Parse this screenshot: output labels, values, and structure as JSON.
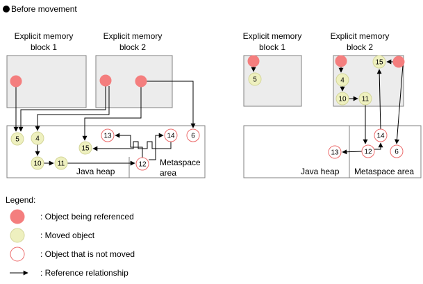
{
  "colors": {
    "referenced_fill": "#f47e7e",
    "referenced_stroke": "#f47e7e",
    "moved_fill": "#eef0bf",
    "moved_stroke": "#d4d69a",
    "unmoved_fill": "#ffffff",
    "unmoved_stroke": "#ec6b6b",
    "block_fill": "#ececec",
    "edge": "#000000"
  },
  "header": {
    "bullet_icon": "black-circle-icon",
    "text": "Before movement"
  },
  "before": {
    "block1_label_line1": "Explicit memory",
    "block1_label_line2": "block 1",
    "block2_label_line1": "Explicit memory",
    "block2_label_line2": "block 2",
    "java_heap_label": "Java heap",
    "metaspace_label_line1": "Metaspace",
    "metaspace_label_line2": "area"
  },
  "after": {
    "block1_label_line1": "Explicit memory",
    "block1_label_line2": "block 1",
    "block2_label_line1": "Explicit memory",
    "block2_label_line2": "block 2",
    "java_heap_label": "Java heap",
    "metaspace_label": "Metaspace area"
  },
  "nodes": [
    {
      "id": "b_r1",
      "kind": "referenced",
      "label": ""
    },
    {
      "id": "b_r2",
      "kind": "referenced",
      "label": ""
    },
    {
      "id": "b_r3",
      "kind": "referenced",
      "label": ""
    },
    {
      "id": "b_5",
      "kind": "moved",
      "label": "5"
    },
    {
      "id": "b_4",
      "kind": "moved",
      "label": "4"
    },
    {
      "id": "b_10",
      "kind": "moved",
      "label": "10"
    },
    {
      "id": "b_11",
      "kind": "moved",
      "label": "11"
    },
    {
      "id": "b_15",
      "kind": "moved",
      "label": "15"
    },
    {
      "id": "b_13",
      "kind": "unmoved",
      "label": "13"
    },
    {
      "id": "b_14",
      "kind": "unmoved",
      "label": "14"
    },
    {
      "id": "b_12",
      "kind": "unmoved",
      "label": "12"
    },
    {
      "id": "b_6",
      "kind": "unmoved",
      "label": "6"
    },
    {
      "id": "a_r1",
      "kind": "referenced",
      "label": ""
    },
    {
      "id": "a_5",
      "kind": "moved",
      "label": "5"
    },
    {
      "id": "a_r2",
      "kind": "referenced",
      "label": ""
    },
    {
      "id": "a_r3",
      "kind": "referenced",
      "label": ""
    },
    {
      "id": "a_15",
      "kind": "moved",
      "label": "15"
    },
    {
      "id": "a_4",
      "kind": "moved",
      "label": "4"
    },
    {
      "id": "a_10",
      "kind": "moved",
      "label": "10"
    },
    {
      "id": "a_11",
      "kind": "moved",
      "label": "11"
    },
    {
      "id": "a_14",
      "kind": "unmoved",
      "label": "14"
    },
    {
      "id": "a_13",
      "kind": "unmoved",
      "label": "13"
    },
    {
      "id": "a_12",
      "kind": "unmoved",
      "label": "12"
    },
    {
      "id": "a_6",
      "kind": "unmoved",
      "label": "6"
    }
  ],
  "edges": [
    {
      "from": "b_r1",
      "to": "b_5"
    },
    {
      "from": "b_r2",
      "to": "b_5"
    },
    {
      "from": "b_r2",
      "to": "b_4"
    },
    {
      "from": "b_r3",
      "to": "b_15"
    },
    {
      "from": "b_r3",
      "to": "b_6"
    },
    {
      "from": "b_4",
      "to": "b_10"
    },
    {
      "from": "b_10",
      "to": "b_11"
    },
    {
      "from": "b_11",
      "to": "b_12"
    },
    {
      "from": "b_12",
      "to": "b_13"
    },
    {
      "from": "b_12",
      "to": "b_14"
    },
    {
      "from": "b_14",
      "to": "b_15"
    },
    {
      "from": "a_r1",
      "to": "a_5"
    },
    {
      "from": "a_r2",
      "to": "a_4"
    },
    {
      "from": "a_r3",
      "to": "a_15"
    },
    {
      "from": "a_r3",
      "to": "a_6"
    },
    {
      "from": "a_4",
      "to": "a_10"
    },
    {
      "from": "a_10",
      "to": "a_11"
    },
    {
      "from": "a_11",
      "to": "a_12"
    },
    {
      "from": "a_12",
      "to": "a_13"
    },
    {
      "from": "a_12",
      "to": "a_14"
    },
    {
      "from": "a_14",
      "to": "a_15"
    }
  ],
  "legend": {
    "title": "Legend:",
    "referenced": ": Object being referenced",
    "moved": ": Moved object",
    "unmoved": ": Object that is not moved",
    "reference": ": Reference relationship"
  }
}
